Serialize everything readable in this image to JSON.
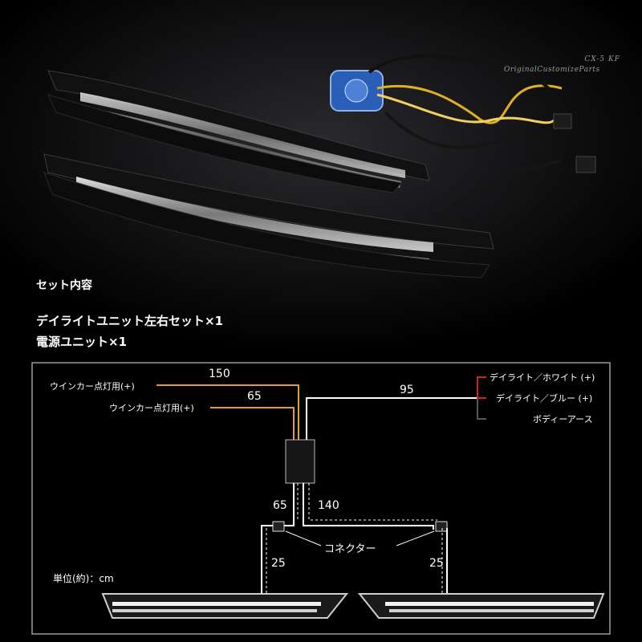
{
  "watermark": {
    "brand": "CX-5 KF",
    "subtitle": "OriginalCustomizeParts"
  },
  "set_contents": {
    "heading": "セット内容",
    "items": [
      "デイライトユニット左右セット×1",
      "電源ユニット×1"
    ]
  },
  "diagram": {
    "left_wires": [
      {
        "label": "ウインカー点灯用(+)",
        "length": "150"
      },
      {
        "label": "ウインカー点灯用(+)",
        "length": "65"
      }
    ],
    "right_wires": [
      {
        "label": "デイライト／ホワイト (+)",
        "color": "#d42020"
      },
      {
        "label": "デイライト／ブルー (+)",
        "color": "#d42020"
      },
      {
        "label": "ボディーアース",
        "color": "#555555"
      }
    ],
    "right_length": "95",
    "down_left_length": "65",
    "down_right_length": "140",
    "connector_label": "コネクター",
    "drop_left_length": "25",
    "drop_right_length": "25",
    "unit_label": "単位(約)：cm"
  },
  "colors": {
    "turn_wire": "#e0a020",
    "frame": "#9a9a9a",
    "background": "#000000"
  }
}
